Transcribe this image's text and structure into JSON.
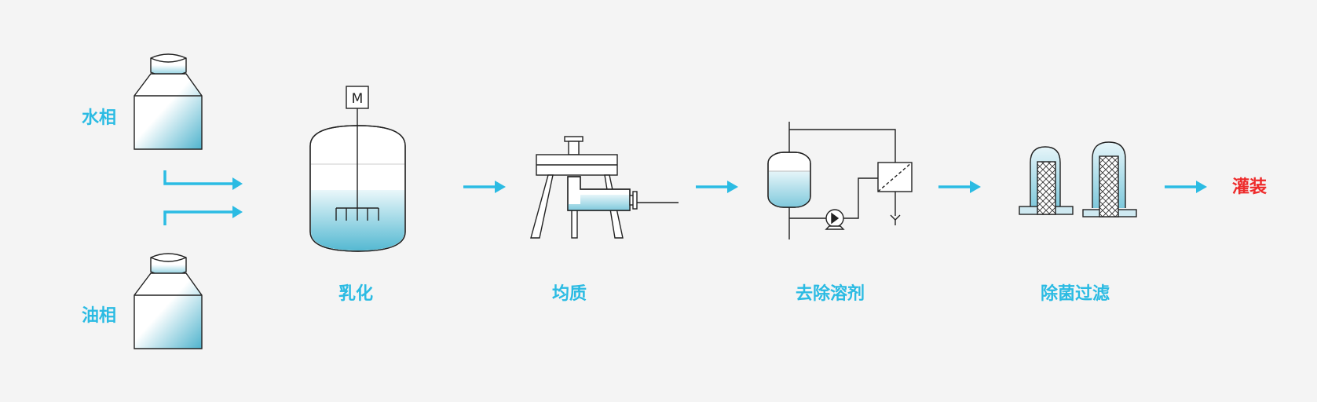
{
  "labels": {
    "water_phase": "水相",
    "oil_phase": "油相",
    "emulsify": "乳化",
    "homogenize": "均质",
    "solvent_removal": "去除溶剂",
    "sterile_filtration": "除菌过滤",
    "filling": "灌装"
  },
  "motor_symbol": "M",
  "colors": {
    "accent": "#2bbbe3",
    "final_step": "#ee2b2b",
    "liquid_light": "#e8f6fa",
    "liquid_dark": "#55b9d2",
    "line": "#222222",
    "background": "#f4f4f4"
  }
}
